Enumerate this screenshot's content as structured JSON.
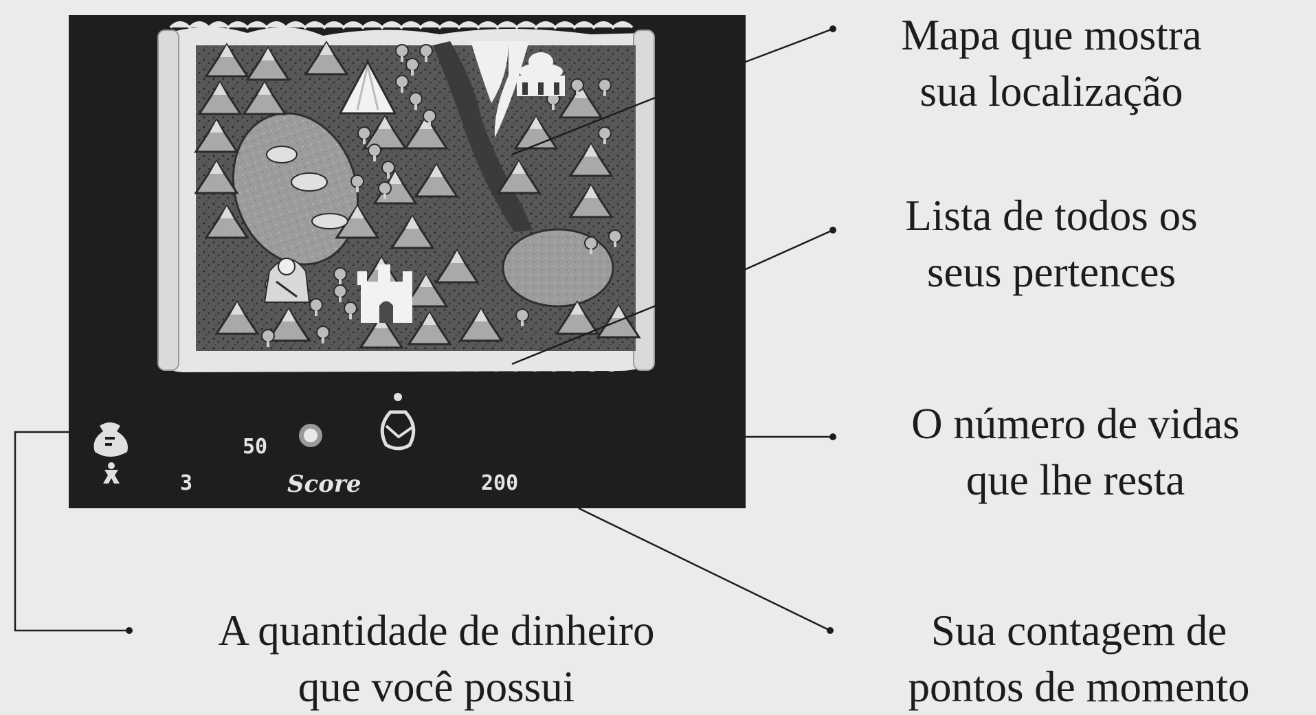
{
  "screen": {
    "hud": {
      "coins": "50",
      "lives": "3",
      "score_label": "Score",
      "score_value": "200"
    },
    "icons": {
      "money": "money-bag-icon",
      "coin": "coin-icon",
      "lives": "player-figure-icon",
      "inventory_item": "bottle-icon"
    }
  },
  "callouts": {
    "map": [
      "Mapa que mostra",
      "sua localização"
    ],
    "inventory": [
      "Lista de todos os",
      "seus pertences"
    ],
    "lives": [
      "O número de vidas",
      "que lhe resta"
    ],
    "money": [
      "A quantidade de dinheiro",
      "que você possui"
    ],
    "score": [
      "Sua contagem de",
      "pontos de momento"
    ]
  },
  "colors": {
    "page": "#ebebea",
    "screen": "#1e1e1e",
    "scroll": "#e6e6e6",
    "map": "#5e5e5e",
    "lake": "#9c9c9c",
    "river": "#f0f0f0",
    "ink": "#1c1c1c"
  }
}
